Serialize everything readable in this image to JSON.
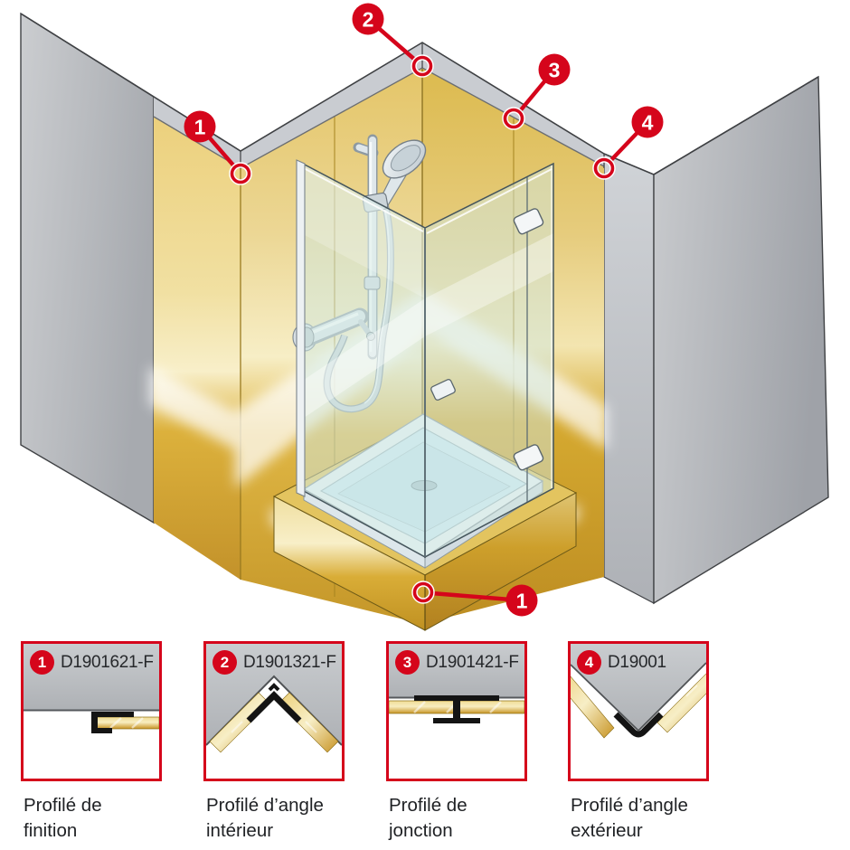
{
  "diagram": {
    "callouts": [
      {
        "num": "1"
      },
      {
        "num": "2"
      },
      {
        "num": "3"
      },
      {
        "num": "4"
      },
      {
        "num": "1"
      }
    ]
  },
  "legend": {
    "items": [
      {
        "num": "1",
        "code": "D1901621-F",
        "caption1": "Profilé de",
        "caption2": "finition"
      },
      {
        "num": "2",
        "code": "D1901321-F",
        "caption1": "Profilé d’angle",
        "caption2": "intérieur"
      },
      {
        "num": "3",
        "code": "D1901421-F",
        "caption1": "Profilé de",
        "caption2": "jonction"
      },
      {
        "num": "4",
        "code": "D19001",
        "caption1": "Profilé d’angle",
        "caption2": "extérieur"
      }
    ]
  },
  "colors": {
    "accent_red": "#d5051b",
    "tile_gold": "#d8ab33",
    "wall_gray": "#b9bcc1",
    "glass_tint": "#cfe8e2"
  }
}
